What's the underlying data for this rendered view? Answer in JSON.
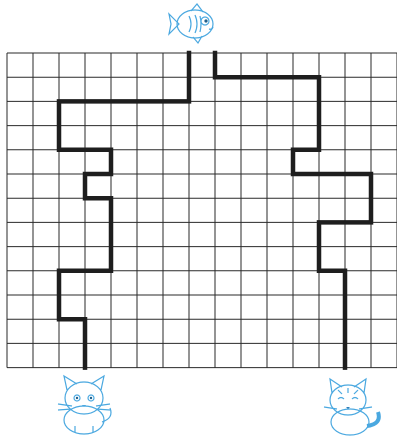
{
  "grid": {
    "columns": 15,
    "rows": 13
  },
  "pictures": {
    "top": "fish-icon",
    "bottom_left": "white-kitten-icon",
    "bottom_right": "blue-kitten-icon"
  },
  "colors": {
    "grid": "#2a2a2a",
    "path": "#1e1e1e",
    "picture_outline": "#4aa8e0",
    "picture_fill_light": "#d8eefb",
    "picture_fill_dark": "#8cc8ef"
  },
  "paths": {
    "left_path": [
      [
        7,
        0
      ],
      [
        7,
        2
      ],
      [
        2,
        2
      ],
      [
        2,
        4
      ],
      [
        4,
        4
      ],
      [
        4,
        5
      ],
      [
        3,
        5
      ],
      [
        3,
        6
      ],
      [
        4,
        6
      ],
      [
        4,
        9
      ],
      [
        2,
        9
      ],
      [
        2,
        11
      ],
      [
        3,
        11
      ],
      [
        3,
        13
      ]
    ],
    "right_path": [
      [
        8,
        0
      ],
      [
        8,
        1
      ],
      [
        12,
        1
      ],
      [
        12,
        4
      ],
      [
        11,
        4
      ],
      [
        11,
        5
      ],
      [
        14,
        5
      ],
      [
        14,
        7
      ],
      [
        12,
        7
      ],
      [
        12,
        9
      ],
      [
        13,
        9
      ],
      [
        13,
        13
      ]
    ]
  }
}
